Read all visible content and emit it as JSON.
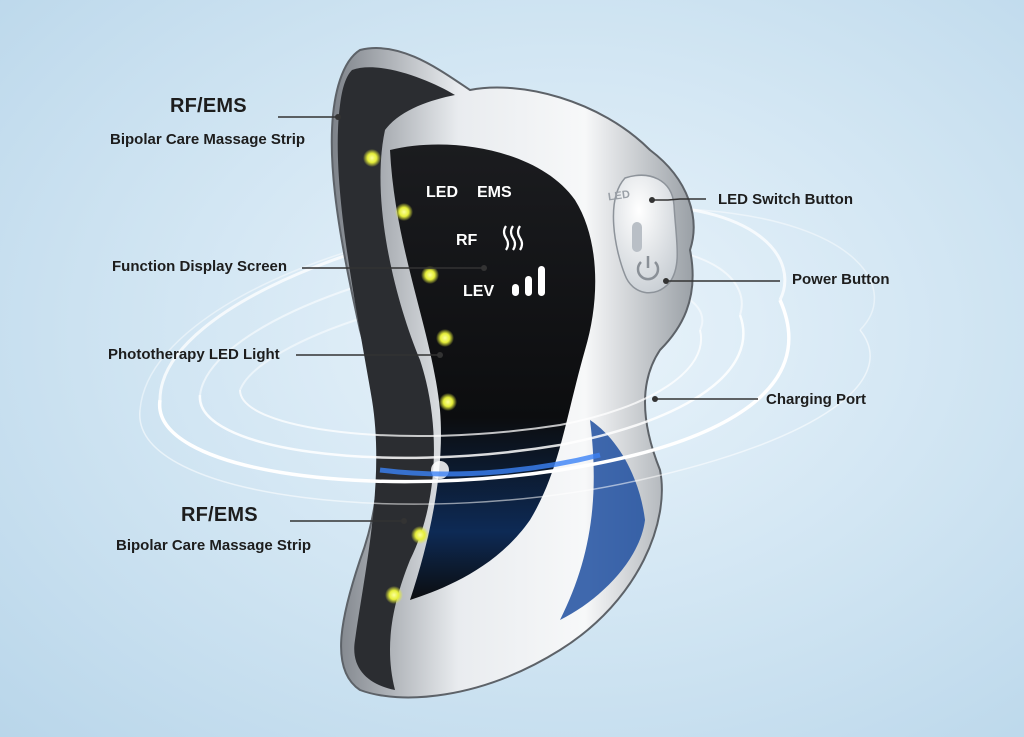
{
  "callouts": {
    "rf_ems_top": {
      "title": "RF/EMS",
      "subtitle": "Bipolar Care Massage Strip"
    },
    "function_display": "Function Display Screen",
    "phototherapy": "Phototherapy LED Light",
    "rf_ems_bottom": {
      "title": "RF/EMS",
      "subtitle": "Bipolar Care Massage Strip"
    },
    "led_switch": "LED Switch Button",
    "power": "Power Button",
    "charging": "Charging Port"
  },
  "screen": {
    "led": "LED",
    "ems": "EMS",
    "rf": "RF",
    "lev": "LEV"
  },
  "button_label": "LED",
  "colors": {
    "background": "#cfe4f2",
    "device_silver": "#d8dde2",
    "screen_black": "#111214",
    "led_yellow": "#e6ef3a",
    "wave_blue": "#2a6fd8"
  },
  "icons": [
    "heat-wave-icon",
    "signal-bars-icon",
    "power-icon"
  ]
}
